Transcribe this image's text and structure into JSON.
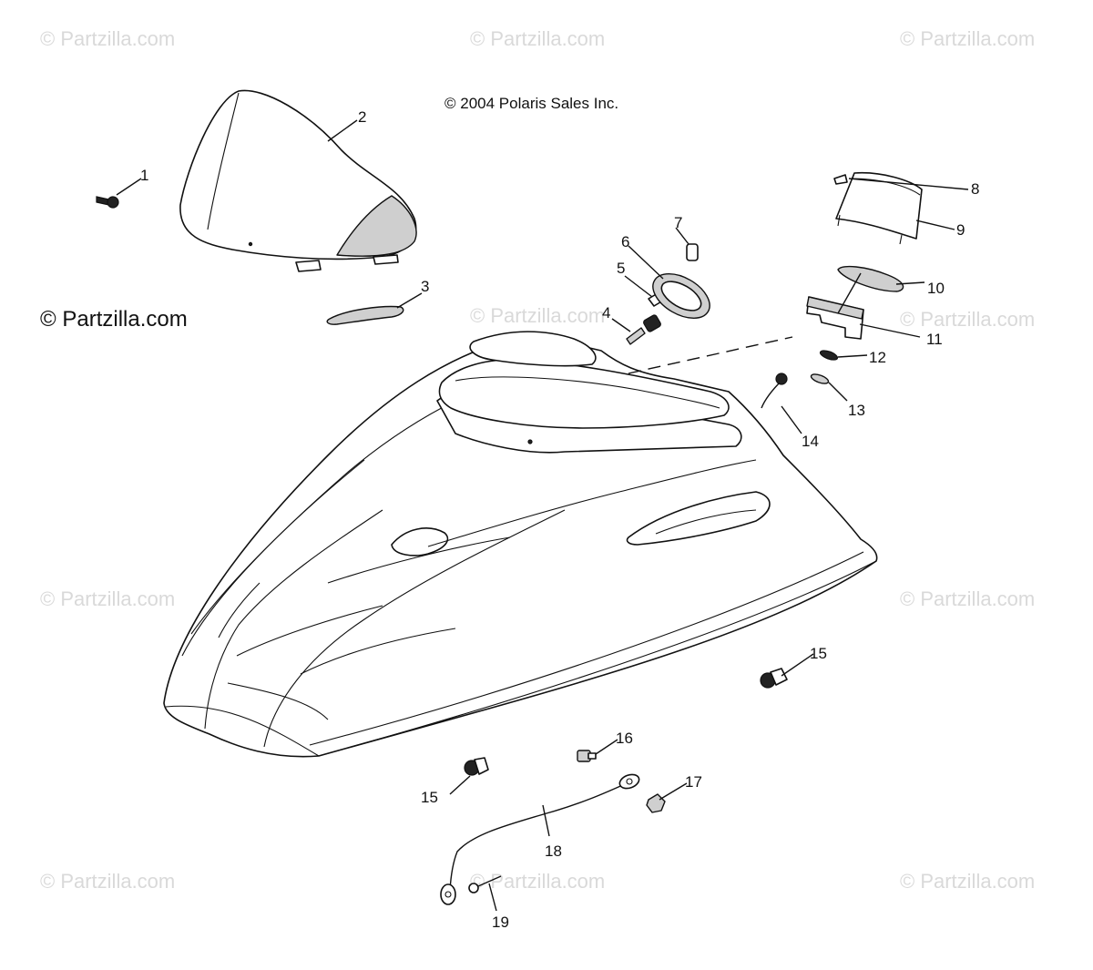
{
  "watermark_text": "© Partzilla.com",
  "copyright": "© 2004 Polaris Sales Inc.",
  "callouts": [
    "1",
    "2",
    "3",
    "4",
    "5",
    "6",
    "7",
    "8",
    "9",
    "10",
    "11",
    "12",
    "13",
    "14",
    "15",
    "15",
    "16",
    "17",
    "18",
    "19"
  ],
  "colors": {
    "line": "#111111",
    "watermark": "#d9d9d9",
    "background": "#ffffff"
  }
}
